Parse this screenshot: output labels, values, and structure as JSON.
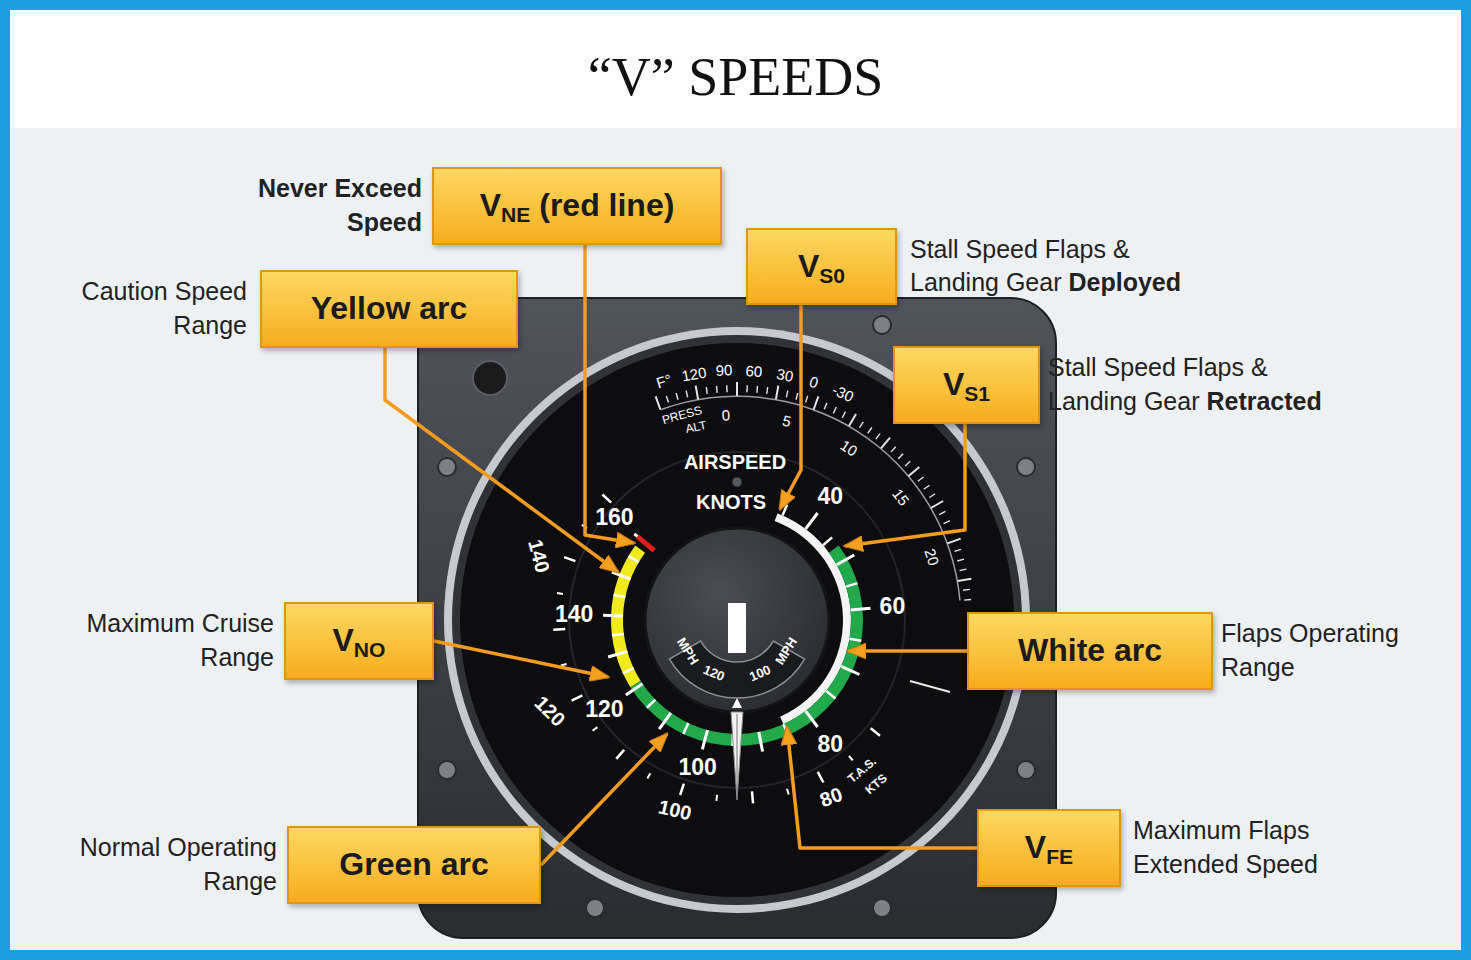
{
  "diagram": {
    "title": "“V” SPEEDS",
    "nodes": [
      {
        "text": [
          "VNE (red line)",
          "Never Exceed Speed"
        ]
      },
      {
        "text": [
          "VS0",
          "Stall Speed Flaps & Landing Gear Deployed"
        ]
      },
      {
        "text": [
          "Yellow arc",
          "Caution Speed Range"
        ]
      },
      {
        "text": [
          "VS1",
          "Stall Speed Flaps & Landing Gear Retracted"
        ]
      },
      {
        "text": [
          "VNO",
          "Maximum Cruise Range"
        ]
      },
      {
        "text": [
          "White arc",
          "Flaps Operating Range"
        ]
      },
      {
        "text": [
          "VFE",
          "Maximum Flaps Extended Speed"
        ]
      },
      {
        "text": [
          "Green arc",
          "Normal Operating Range"
        ]
      }
    ],
    "labels": [
      "F°",
      "120",
      "90",
      "60",
      "30",
      "0",
      "-30",
      "PRESS",
      "ALT",
      "0",
      "5",
      "10",
      "15",
      "20",
      "AIRSPEED",
      "KNOTS",
      "160",
      "40",
      "60",
      "140",
      "80",
      "120",
      "100",
      "MPH",
      "120",
      "100",
      "MPH",
      "140",
      "120",
      "100",
      "80",
      "T.A.S.",
      "KTS"
    ]
  }
}
